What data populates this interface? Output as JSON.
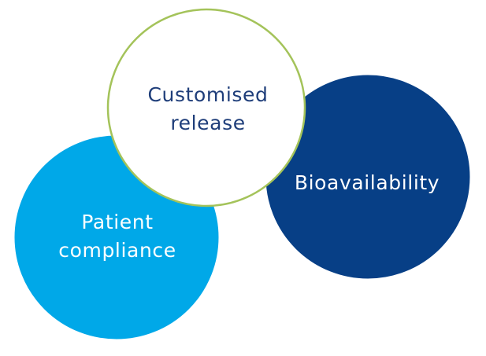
{
  "diagram": {
    "circles": [
      {
        "id": "bioavailability",
        "lines": [
          "Bioavailability"
        ],
        "fill": "#073F86",
        "stroke": "#FFFFFF",
        "text_color": "#FFFFFF"
      },
      {
        "id": "patient-compliance",
        "lines": [
          "Patient",
          "compliance"
        ],
        "fill": "#00A8E8",
        "stroke": "#FFFFFF",
        "text_color": "#FFFFFF"
      },
      {
        "id": "customised-release",
        "lines": [
          "Customised",
          "release"
        ],
        "fill": "#FFFFFF",
        "stroke": "#A4C35A",
        "text_color": "#1F3E7A"
      }
    ]
  }
}
